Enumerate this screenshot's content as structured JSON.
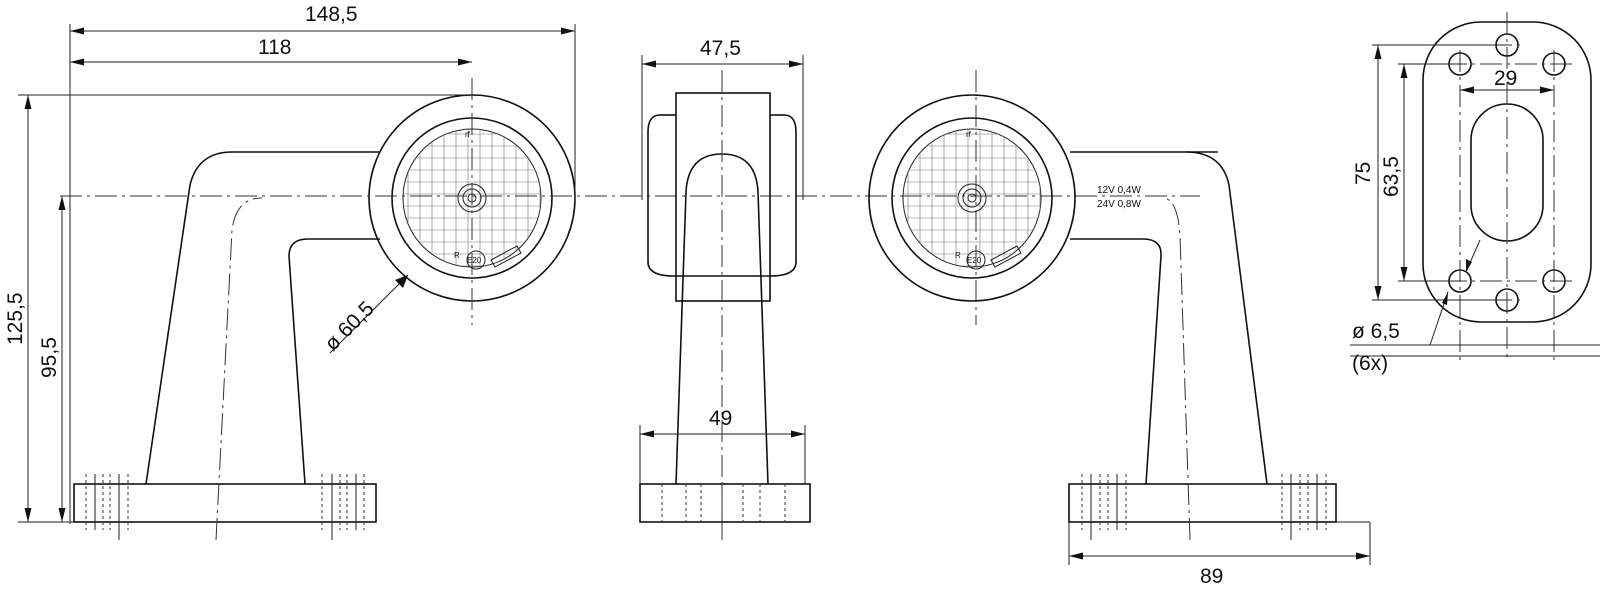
{
  "dimensions": {
    "overall_width": "148,5",
    "arm_length": "118",
    "lamp_diameter": "ø 60,5",
    "total_height": "125,5",
    "center_height": "95,5",
    "side_width_top": "47,5",
    "side_width_bottom": "49",
    "base_length": "89",
    "plate_height": "75",
    "hole_pitch_vertical": "63,5",
    "hole_pitch_horizontal": "29",
    "hole_diameter": "ø 6,5",
    "hole_count": "(6x)"
  },
  "lamp_markings": {
    "reflex_symbol": "rf",
    "approval": "E20",
    "r_mark": "R",
    "voltage_12": "12V 0,4W",
    "voltage_24": "24V 0,8W"
  }
}
